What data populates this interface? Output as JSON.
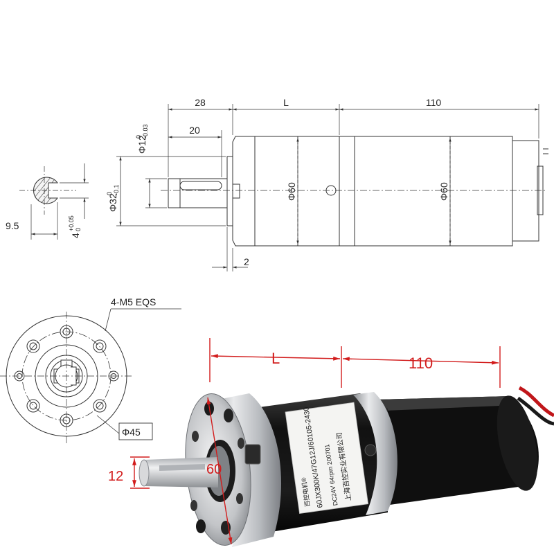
{
  "drawing": {
    "dim_28": "28",
    "dim_L": "L",
    "dim_110": "110",
    "dim_20": "20",
    "dim_2": "2",
    "dim_9_5": "9.5",
    "dia_60_gearbox": "Φ60",
    "dia_60_motor": "Φ60",
    "dia_12": "Φ12",
    "dia_12_tol_top": "0",
    "dia_12_tol_bottom": "-0.03",
    "dia_32": "Φ32",
    "dia_32_tol_top": "0",
    "dia_32_tol_bottom": "-0.1",
    "key_4": "4",
    "key_4_tol_top": "+0.05",
    "key_4_tol_bottom": "0",
    "holes_note": "4-M5 EQS",
    "pcd_45": "Φ45"
  },
  "photo": {
    "dim_L": "L",
    "dim_110": "110",
    "dim_12": "12",
    "dim_60": "60",
    "label": {
      "line1": "百控电机®",
      "line2": "60JX300K/47G12J/60105-2430",
      "line3": "DC24V    64rpm    200701",
      "line4": "上海百控实业有限公司"
    }
  },
  "colors": {
    "line": "#333333",
    "red_dim": "#d21c1c",
    "motor_body": "#141414",
    "gearbox_metal": "#c9cbcd"
  }
}
